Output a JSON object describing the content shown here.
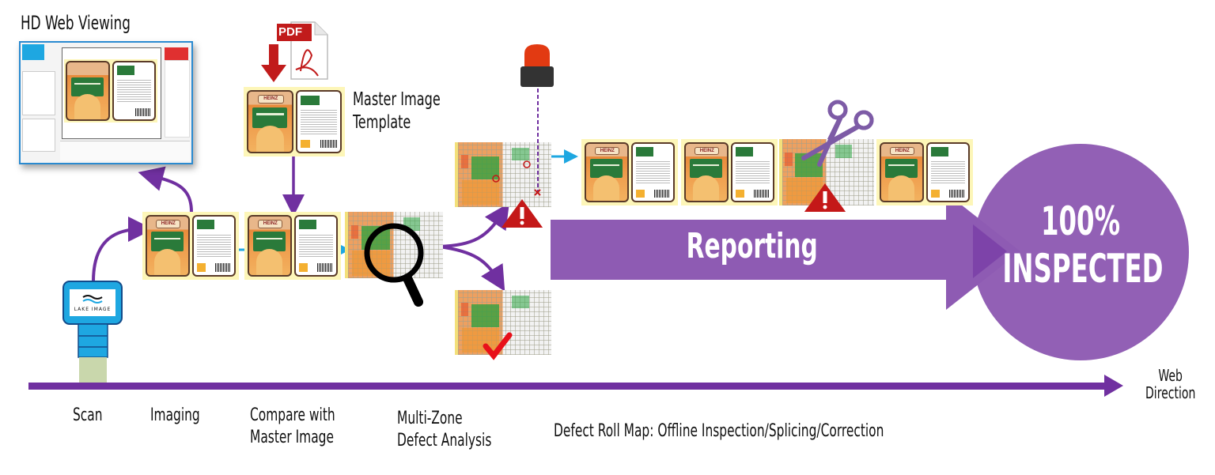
{
  "title": "HD Web Viewing",
  "master": {
    "label": "Master Image\nTemplate",
    "pdf_badge": "PDF"
  },
  "camera": {
    "brand": "LAKE IMAGE"
  },
  "reporting": {
    "label": "Reporting"
  },
  "result": {
    "line1": "100%",
    "line2": "INSPECTED"
  },
  "web_direction": "Web\nDirection",
  "stages": [
    {
      "label": "Scan"
    },
    {
      "label": "Imaging"
    },
    {
      "label": "Compare with\nMaster Image"
    },
    {
      "label": "Multi-Zone\nDefect Analysis"
    },
    {
      "label": "Defect Roll Map:  Offline Inspection/Splicing/Correction"
    }
  ],
  "product": {
    "brand": "HEINZ"
  },
  "colors": {
    "purple": "#8e5bb3",
    "purple_dark": "#7030a0",
    "cyan": "#1ea7e1",
    "alert_red": "#d42020",
    "check_red": "#e8101a"
  }
}
